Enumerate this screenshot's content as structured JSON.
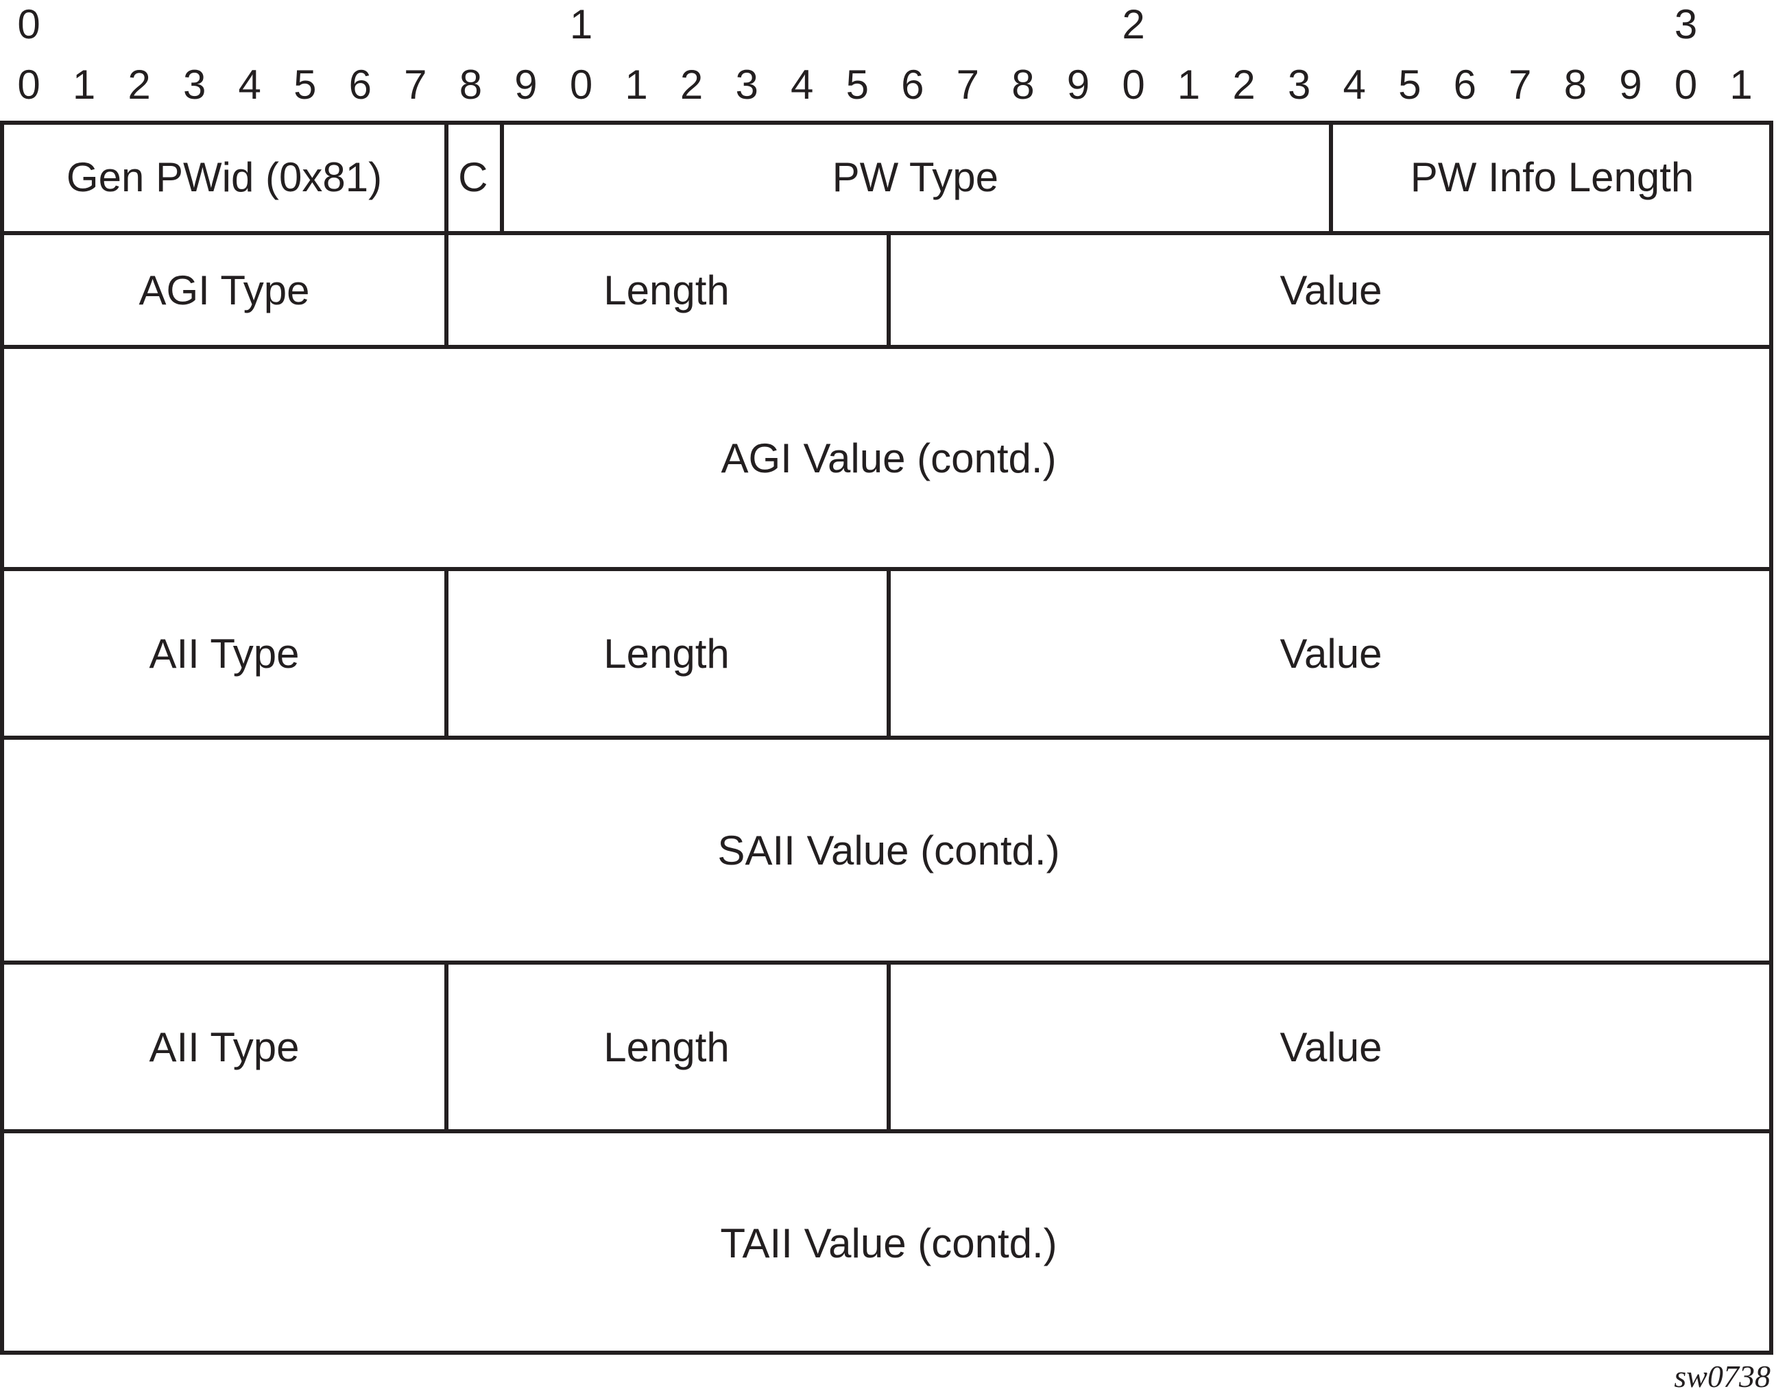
{
  "bit_ruler": {
    "tens": [
      "0",
      "1",
      "2",
      "3"
    ],
    "units": [
      "0",
      "1",
      "2",
      "3",
      "4",
      "5",
      "6",
      "7",
      "8",
      "9",
      "0",
      "1",
      "2",
      "3",
      "4",
      "5",
      "6",
      "7",
      "8",
      "9",
      "0",
      "1",
      "2",
      "3",
      "4",
      "5",
      "6",
      "7",
      "8",
      "9",
      "0",
      "1"
    ]
  },
  "rows": [
    {
      "fields": [
        {
          "label": "Gen PWid (0x81)",
          "bits": 8
        },
        {
          "label": "C",
          "bits": 1
        },
        {
          "label": "PW Type",
          "bits": 15
        },
        {
          "label": "PW Info Length",
          "bits": 8
        }
      ]
    },
    {
      "fields": [
        {
          "label": "AGI Type",
          "bits": 8
        },
        {
          "label": "Length",
          "bits": 8
        },
        {
          "label": "Value",
          "bits": 16
        }
      ]
    },
    {
      "fields": [
        {
          "label": "AGI Value (contd.)",
          "bits": 32
        }
      ]
    },
    {
      "fields": [
        {
          "label": "AII Type",
          "bits": 8
        },
        {
          "label": "Length",
          "bits": 8
        },
        {
          "label": "Value",
          "bits": 16
        }
      ]
    },
    {
      "fields": [
        {
          "label": "SAII Value (contd.)",
          "bits": 32
        }
      ]
    },
    {
      "fields": [
        {
          "label": "AII Type",
          "bits": 8
        },
        {
          "label": "Length",
          "bits": 8
        },
        {
          "label": "Value",
          "bits": 16
        }
      ]
    },
    {
      "fields": [
        {
          "label": "TAII Value (contd.)",
          "bits": 32
        }
      ]
    }
  ],
  "figure_id": "sw0738"
}
